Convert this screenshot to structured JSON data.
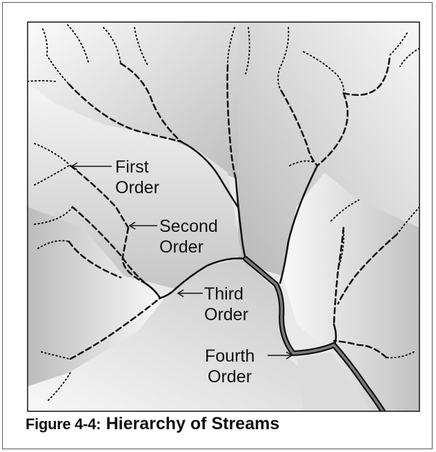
{
  "diagram": {
    "labels": {
      "first": [
        "First",
        "Order"
      ],
      "second": [
        "Second",
        "Order"
      ],
      "third": [
        "Third",
        "Order"
      ],
      "fourth": [
        "Fourth",
        "Order"
      ]
    }
  },
  "caption": {
    "figure_number": "Figure 4-4:",
    "title": "Hierarchy of Streams"
  }
}
